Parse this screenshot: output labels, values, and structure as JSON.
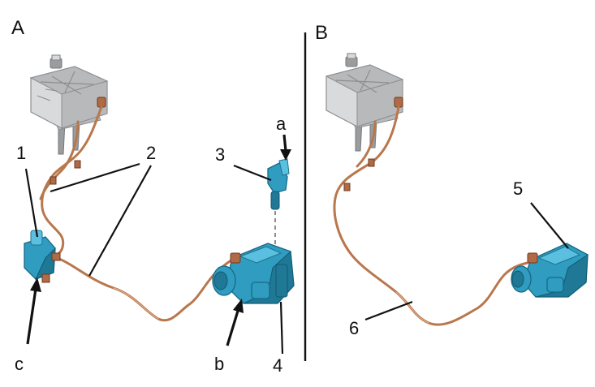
{
  "panels": {
    "a": "A",
    "b": "B"
  },
  "callouts": {
    "n1": "1",
    "n2": "2",
    "n3": "3",
    "n4": "4",
    "n5": "5",
    "n6": "6",
    "la": "a",
    "lb": "b",
    "lc": "c"
  },
  "colors": {
    "hose": "#b9774d",
    "component": "#2f9cc0",
    "reservoir": "#d9dadb"
  }
}
